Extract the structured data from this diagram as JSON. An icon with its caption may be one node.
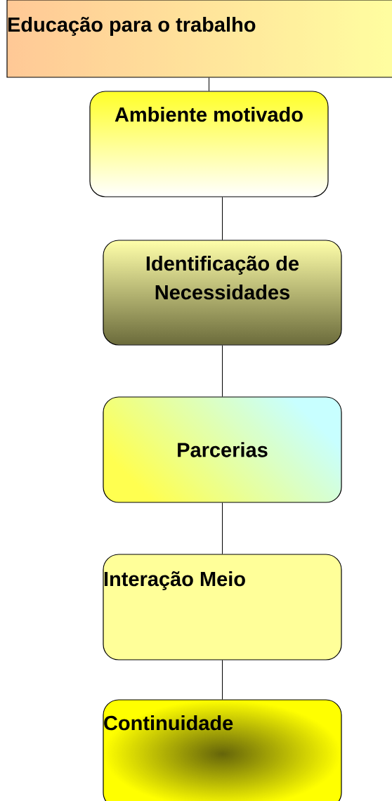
{
  "diagram": {
    "nodes": [
      {
        "text": [
          "Educação para o trabalho"
        ]
      },
      {
        "text": [
          "Ambiente motivado"
        ]
      },
      {
        "text": [
          "Identificação de Necessidades"
        ]
      },
      {
        "text": [
          "Parcerias"
        ]
      },
      {
        "text": [
          "Interação Meio"
        ]
      },
      {
        "text": [
          "Continuidade"
        ]
      }
    ],
    "edges": [
      {
        "from": 0,
        "to": 1,
        "arrow": "none"
      },
      {
        "from": 1,
        "to": 2,
        "arrow": "none"
      },
      {
        "from": 2,
        "to": 3,
        "arrow": "none"
      },
      {
        "from": 3,
        "to": 4,
        "arrow": "none"
      },
      {
        "from": 4,
        "to": 5,
        "arrow": "none"
      }
    ]
  }
}
